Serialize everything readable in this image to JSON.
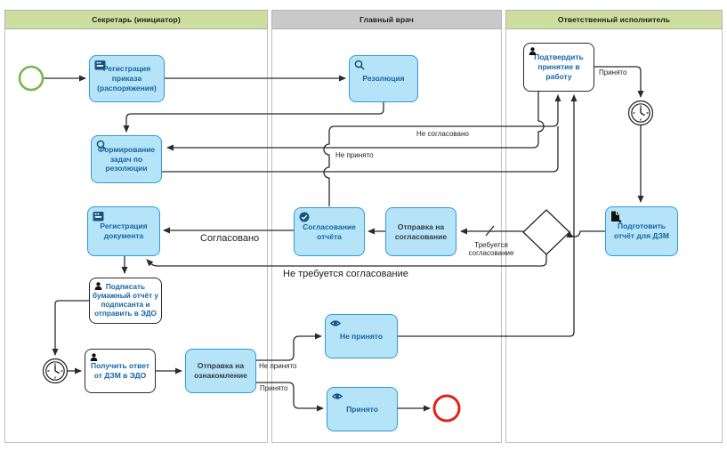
{
  "lanes": [
    {
      "title": "Секретарь (инициатор)"
    },
    {
      "title": "Главный врач"
    },
    {
      "title": "Ответственный исполнитель"
    }
  ],
  "nodes": {
    "start": {
      "type": "start-event"
    },
    "reg_prikaz": {
      "label": "Регистрация приказа (распоряжения)",
      "icon": "ledger-icon"
    },
    "rezolyuciya": {
      "label": "Резолюция",
      "icon": "search-icon"
    },
    "form_zadach": {
      "label": "Формирование задач по резолюции",
      "icon": "search-icon"
    },
    "podtverdit": {
      "label": "Подтвердить принятие в работу",
      "icon": "person-icon"
    },
    "timer1": {
      "type": "timer-event"
    },
    "podgotovit": {
      "label": "Подготовить отчёт для ДЗМ",
      "icon": "document-plus-icon"
    },
    "gateway": {
      "type": "exclusive-gateway"
    },
    "otpravka_sogl": {
      "label": "Отправка на согласование"
    },
    "sogl_otch": {
      "label": "Согласование отчёта",
      "icon": "check-circle-icon"
    },
    "reg_dok": {
      "label": "Регистрация документа",
      "icon": "ledger-icon"
    },
    "podpisat": {
      "label": "Подписать бумажный отчёт у подписанта и отправить в ЭДО",
      "icon": "person-icon"
    },
    "timer2": {
      "type": "timer-event"
    },
    "poluchit": {
      "label": "Получить ответ от ДЗМ в ЭДО",
      "icon": "person-icon"
    },
    "otpravka_ozn": {
      "label": "Отправка на ознакомление"
    },
    "ne_prinyato_task": {
      "label": "Не принято",
      "icon": "eye-icon"
    },
    "prinyato_task": {
      "label": "Принято",
      "icon": "eye-icon"
    },
    "end": {
      "type": "end-event"
    }
  },
  "edge_labels": {
    "ne_soglasovano": "Не согласовано",
    "ne_prinyato": "Не принято",
    "soglasovano": "Согласовано",
    "trebuetsya": "Требуется согласование",
    "ne_trebuetsya": "Не требуется согласование",
    "prinyato_top": "Принято",
    "ne_prinyato_branch": "Не принято",
    "prinyato_branch": "Принято"
  },
  "colors": {
    "task_fill": "#b5e3f7",
    "task_border": "#2f9bd6",
    "task_text": "#1565a5",
    "lane_green": "#cede9e",
    "lane_gray": "#c9c9c9",
    "start_green": "#7ab648",
    "end_red": "#e2231a",
    "line": "#2b2b2b"
  }
}
